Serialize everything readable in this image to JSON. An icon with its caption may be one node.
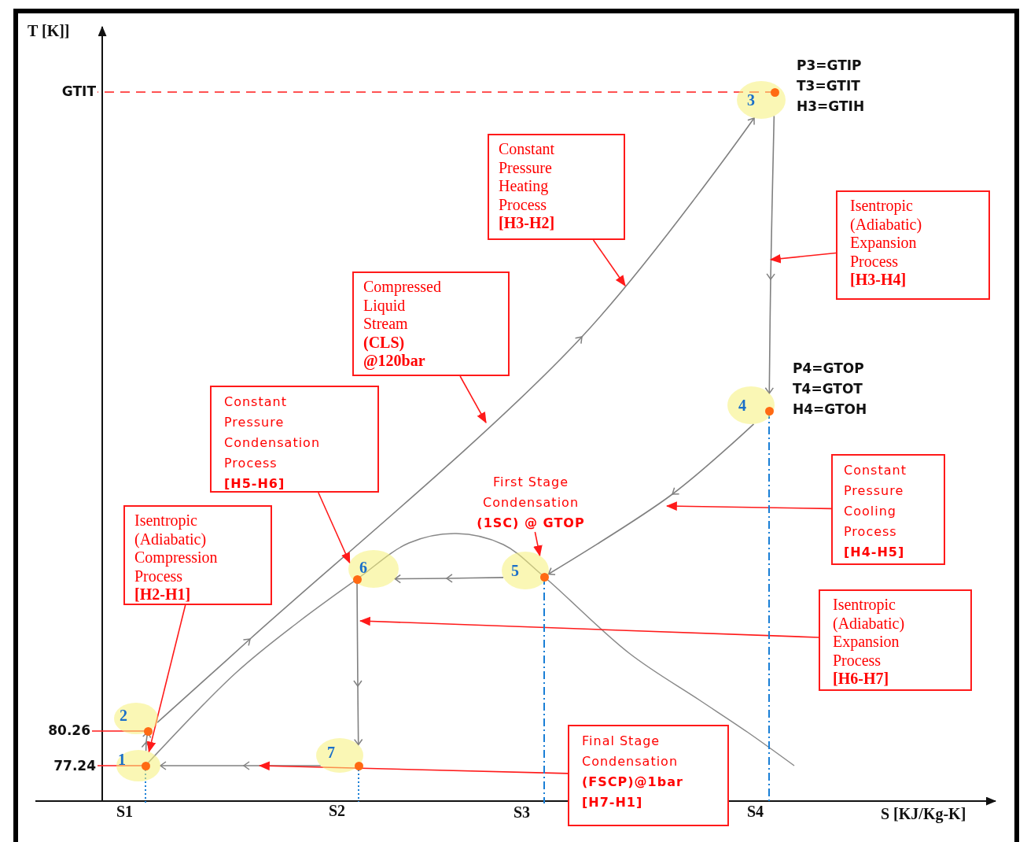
{
  "diagram": {
    "nodes": [
      {
        "text": [
          "1"
        ]
      },
      {
        "text": [
          "2"
        ]
      },
      {
        "text": [
          "3"
        ],
        "beside": [
          "P3=GTIP",
          "T3=GTIT",
          "H3=GTIH"
        ]
      },
      {
        "text": [
          "4"
        ],
        "beside": [
          "P4=GTOP",
          "T4=GTOT",
          "H4=GTOH"
        ]
      },
      {
        "text": [
          "5"
        ]
      },
      {
        "text": [
          "6"
        ]
      },
      {
        "text": [
          "7"
        ]
      },
      {
        "text": [
          "Constant Pressure Heating Process",
          "[H3-H2]"
        ]
      },
      {
        "text": [
          "Isentropic (Adiabatic) Expansion Process",
          "[H3-H4]"
        ]
      },
      {
        "text": [
          "Compressed Liquid Stream",
          "(CLS) @120bar"
        ]
      },
      {
        "text": [
          "Constant Pressure Condensation Process",
          "[H5-H6]"
        ]
      },
      {
        "text": [
          "First Stage Condensation",
          "(1SC) @ GTOP"
        ]
      },
      {
        "text": [
          "Isentropic (Adiabatic) Compression Process",
          "[H2-H1]"
        ]
      },
      {
        "text": [
          "Constant Pressure Cooling Process",
          "[H4-H5]"
        ]
      },
      {
        "text": [
          "Isentropic (Adiabatic) Expansion Process",
          "[H6-H7]"
        ]
      },
      {
        "text": [
          "Final Stage Condensation",
          "(FSCP)@1bar",
          "[H7-H1]"
        ]
      },
      {
        "text": [
          "S1"
        ]
      },
      {
        "text": [
          "S2"
        ]
      },
      {
        "text": [
          "S3"
        ]
      },
      {
        "text": [
          "S4"
        ]
      },
      {
        "text": [
          "GTIT"
        ]
      },
      {
        "text": [
          "80.26"
        ]
      },
      {
        "text": [
          "77.24"
        ]
      }
    ],
    "edges": [
      {
        "from": 0,
        "to": 1,
        "arrow": "to",
        "color": "#808080"
      },
      {
        "from": 1,
        "to": 2,
        "arrow": "to",
        "color": "#808080"
      },
      {
        "from": 2,
        "to": 3,
        "arrow": "to",
        "color": "#808080"
      },
      {
        "from": 3,
        "to": 4,
        "arrow": "to",
        "color": "#808080"
      },
      {
        "from": 4,
        "to": 5,
        "arrow": "to",
        "color": "#808080"
      },
      {
        "from": 5,
        "to": 6,
        "arrow": "to",
        "color": "#808080"
      },
      {
        "from": 6,
        "to": 0,
        "arrow": "to",
        "color": "#808080"
      },
      {
        "from": 7,
        "to": null,
        "arrow": "to"
      },
      {
        "from": 8,
        "to": null,
        "arrow": "to"
      },
      {
        "from": 9,
        "to": null,
        "arrow": "to"
      },
      {
        "from": 10,
        "to": 5,
        "arrow": "to"
      },
      {
        "from": 11,
        "to": 4,
        "arrow": "to"
      },
      {
        "from": 12,
        "to": 0,
        "arrow": "to"
      },
      {
        "from": 13,
        "to": null,
        "arrow": "to"
      },
      {
        "from": 14,
        "to": null,
        "arrow": "to"
      },
      {
        "from": 15,
        "to": null,
        "arrow": "to"
      },
      {
        "from": 0,
        "to": 16,
        "arrow": "none",
        "style": "dashed",
        "color": "#1a7fd6"
      },
      {
        "from": 6,
        "to": 17,
        "arrow": "none",
        "style": "dashed",
        "color": "#1a7fd6"
      },
      {
        "from": 4,
        "to": 18,
        "arrow": "none",
        "style": "dashed",
        "color": "#1a7fd6"
      },
      {
        "from": 3,
        "to": 19,
        "arrow": "none",
        "style": "dashed",
        "color": "#1a7fd6"
      },
      {
        "from": 2,
        "to": 20,
        "arrow": "none",
        "style": "dashed"
      },
      {
        "from": 1,
        "to": 21,
        "arrow": "none"
      },
      {
        "from": 0,
        "to": 22,
        "arrow": "none"
      }
    ],
    "labels": [
      "T [K]]",
      "S [KJ/Kg-K]"
    ]
  }
}
